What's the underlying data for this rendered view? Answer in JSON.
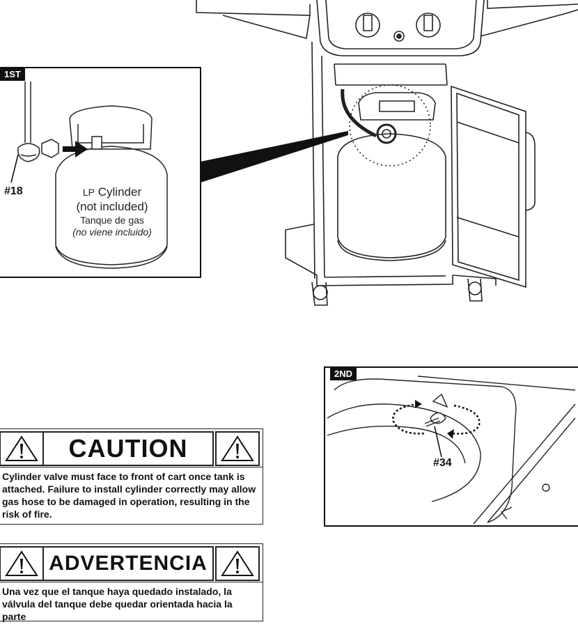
{
  "step1": {
    "tag": "1ST",
    "part_callout": "#18",
    "cylinder_label_en_prefix": "LP",
    "cylinder_label_en": "Cylinder",
    "not_included_en": "(not included)",
    "cylinder_label_es": "Tanque de gas",
    "not_included_es": "(no viene incluido)"
  },
  "step2": {
    "tag": "2ND",
    "part_callout": "#34"
  },
  "caution": {
    "title": "CAUTION",
    "body": "Cylinder valve must face to front of cart once tank is attached. Failure to install cylinder correctly may allow gas hose to be damaged in operation, resulting in the risk of fire."
  },
  "advertencia": {
    "title": "ADVERTENCIA",
    "body": "Una vez que el tanque haya quedado instalado, la válvula del tanque debe quedar orientada hacia la parte"
  },
  "colors": {
    "ink": "#111111",
    "paper": "#ffffff",
    "tag_bg": "#111111"
  },
  "icons": [
    "warning-triangle-icon",
    "push-arrow-icon",
    "rotate-arrow-icon"
  ]
}
